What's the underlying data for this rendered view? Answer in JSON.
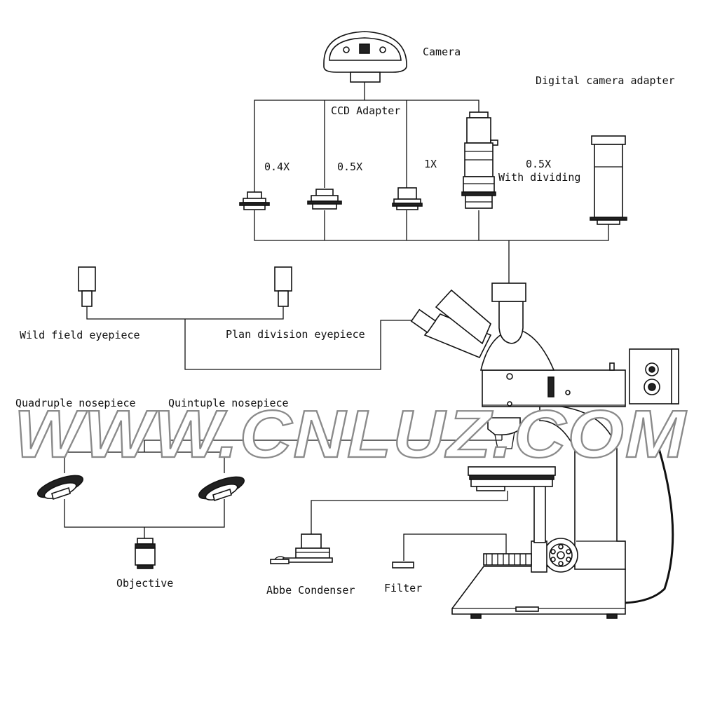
{
  "labels": {
    "camera": "Camera",
    "digital_camera_adapter": "Digital camera adapter",
    "ccd_adapter": "CCD Adapter",
    "adapter_04x": "0.4X",
    "adapter_05x": "0.5X",
    "adapter_1x": "1X",
    "adapter_05x_dividing_line1": "0.5X",
    "adapter_05x_dividing_line2": "With dividing",
    "wild_field_eyepiece": "Wild field eyepiece",
    "plan_division_eyepiece": "Plan division eyepiece",
    "quadruple_nosepiece": "Quadruple nosepiece",
    "quintuple_nosepiece": "Quintuple nosepiece",
    "objective": "Objective",
    "abbe_condenser": "Abbe Condenser",
    "filter": "Filter"
  },
  "watermark": "WWW.CNLUZ.COM"
}
